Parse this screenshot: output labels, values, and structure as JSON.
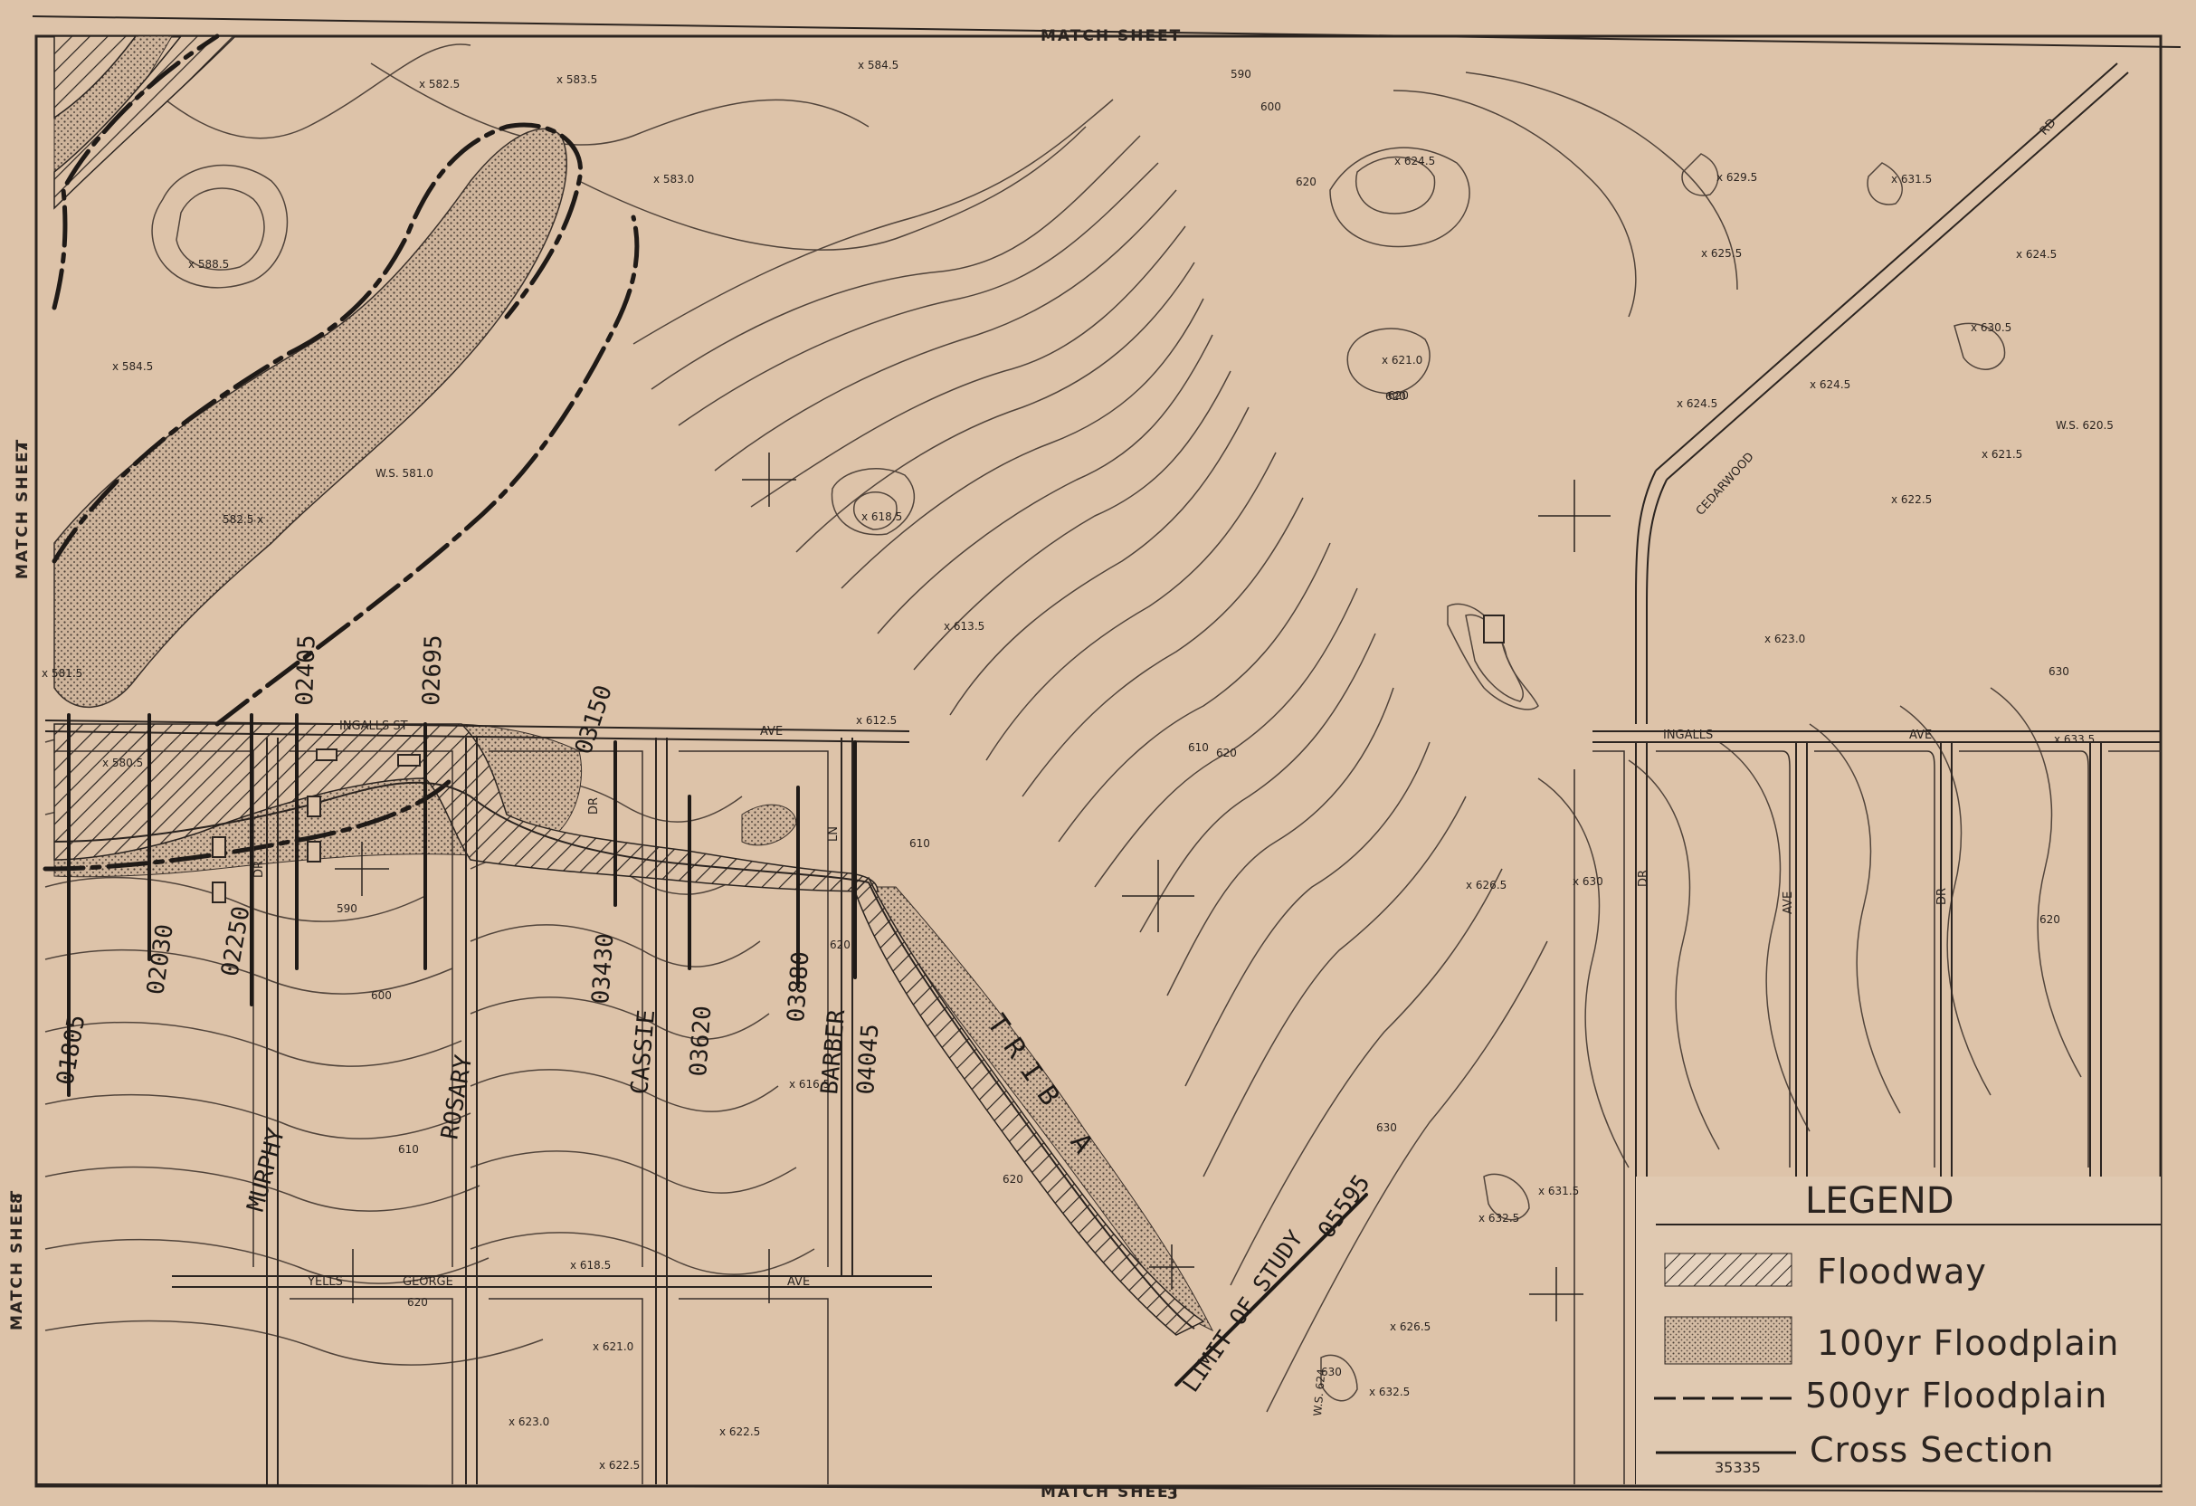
{
  "match_sheets": {
    "top": "MATCH SHEET",
    "top_number": "",
    "left_upper": "MATCH SHEET",
    "left_upper_number": "7",
    "left_lower": "MATCH SHEET",
    "left_lower_number": "8",
    "bottom": "MATCH SHEET",
    "bottom_number": "3"
  },
  "streets": {
    "ingalls_st": "INGALLS ST",
    "ave_1": "AVE",
    "ingalls_east": "INGALLS",
    "ave_2": "AVE",
    "yells": "YELLS",
    "george": "GEORGE",
    "ave_3": "AVE",
    "cedarwood": "CEDARWOOD",
    "rd": "RD",
    "murphy": "MURPHY",
    "rosary": "ROSARY",
    "cassie": "CASSIE",
    "barber": "BARBER",
    "dr_1": "DR",
    "dr_2": "DR",
    "ln": "LN",
    "dr_east": "DR",
    "ave_east": "AVE",
    "dr_east2": "DR"
  },
  "stream": {
    "label": "TRIB A"
  },
  "limit_of_study": "LIMIT OF STUDY",
  "cross_sections": [
    "01805",
    "02030",
    "02250",
    "02405",
    "02695",
    "03150",
    "03430",
    "03620",
    "03880",
    "04045",
    "05595"
  ],
  "spot_elevations": [
    "x 582.5",
    "x 583.5",
    "x 584.5",
    "x 583.0",
    "x 588.5",
    "x 584.5",
    "582.5 x",
    "x 580.5",
    "x 581.5",
    "x 618.5",
    "x 613.5",
    "x 612.5",
    "x 624.5",
    "x 629.5",
    "x 631.5",
    "x 625.5",
    "x 624.5",
    "x 621.0",
    "x 624.5",
    "x 624.5",
    "x 622.5",
    "x 623.0",
    "x 633.5",
    "x 626.5",
    "x 630",
    "x 631.5",
    "x 632.5",
    "x 626.5",
    "x 632.5",
    "x 616.5",
    "x 621.0",
    "x 618.5",
    "x 623.0",
    "x 622.5",
    "x 622.5",
    "x 630.5",
    "x 621.5"
  ],
  "contours": [
    "590",
    "600",
    "620",
    "620",
    "610",
    "600",
    "610",
    "590",
    "620",
    "610",
    "620",
    "630",
    "620",
    "630",
    "620",
    "630",
    "620",
    "620"
  ],
  "water_surfaces": [
    "W.S. 581.0",
    "W.S. 624",
    "W.S. 620.5"
  ],
  "legend": {
    "title": "LEGEND",
    "items": [
      {
        "label": "Floodway",
        "symbol": "hatch"
      },
      {
        "label": "100yr Floodplain",
        "symbol": "stipple"
      },
      {
        "label": "500yr Floodplain",
        "symbol": "dash"
      },
      {
        "label": "Cross Section",
        "symbol": "line",
        "sample": "35335"
      }
    ]
  },
  "colors": {
    "paper": "#ddc3a9",
    "ink": "#2b2420",
    "contour": "#51443b"
  }
}
